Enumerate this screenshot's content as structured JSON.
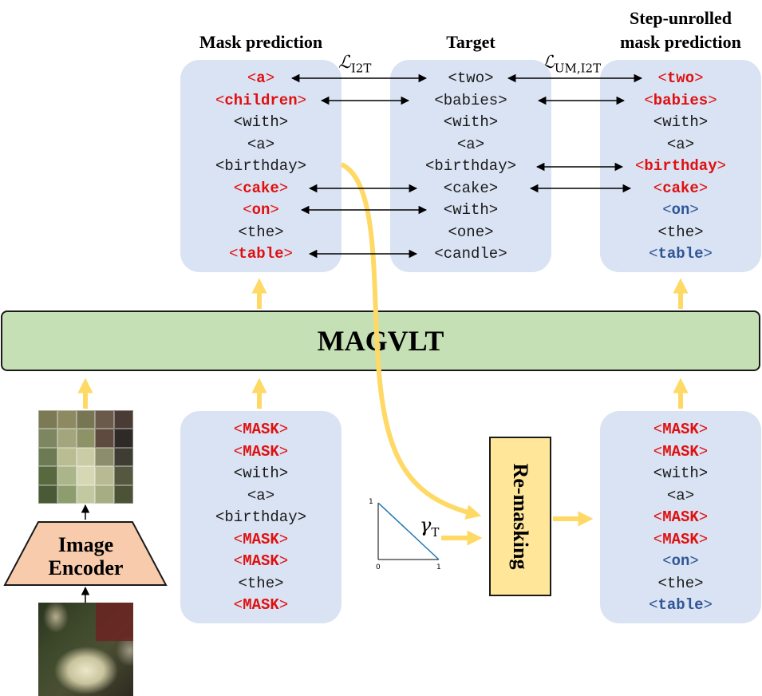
{
  "headers": {
    "mask_prediction": "Mask prediction",
    "target": "Target",
    "step_unrolled_line1": "Step-unrolled",
    "step_unrolled_line2": "mask prediction"
  },
  "losses": {
    "i2t": {
      "symbol": "ℒ",
      "sub": "I2T"
    },
    "um_i2t": {
      "symbol": "ℒ",
      "sub": "UM,I2T"
    }
  },
  "panels": {
    "mask_prediction": [
      {
        "text": "a",
        "style": "red"
      },
      {
        "text": "children",
        "style": "red"
      },
      {
        "text": "with",
        "style": "black"
      },
      {
        "text": "a",
        "style": "black"
      },
      {
        "text": "birthday",
        "style": "black"
      },
      {
        "text": "cake",
        "style": "red"
      },
      {
        "text": "on",
        "style": "red"
      },
      {
        "text": "the",
        "style": "black"
      },
      {
        "text": "table",
        "style": "red"
      }
    ],
    "target": [
      {
        "text": "two",
        "style": "black"
      },
      {
        "text": "babies",
        "style": "black"
      },
      {
        "text": "with",
        "style": "black"
      },
      {
        "text": "a",
        "style": "black"
      },
      {
        "text": "birthday",
        "style": "black"
      },
      {
        "text": "cake",
        "style": "black"
      },
      {
        "text": "with",
        "style": "black"
      },
      {
        "text": "one",
        "style": "black"
      },
      {
        "text": "candle",
        "style": "black"
      }
    ],
    "step_unrolled": [
      {
        "text": "two",
        "style": "red"
      },
      {
        "text": "babies",
        "style": "red"
      },
      {
        "text": "with",
        "style": "black"
      },
      {
        "text": "a",
        "style": "black"
      },
      {
        "text": "birthday",
        "style": "red"
      },
      {
        "text": "cake",
        "style": "red"
      },
      {
        "text": "on",
        "style": "blue"
      },
      {
        "text": "the",
        "style": "black"
      },
      {
        "text": "table",
        "style": "blue"
      }
    ],
    "masked_input": [
      {
        "text": "MASK",
        "style": "red"
      },
      {
        "text": "MASK",
        "style": "red"
      },
      {
        "text": "with",
        "style": "black"
      },
      {
        "text": "a",
        "style": "black"
      },
      {
        "text": "birthday",
        "style": "black"
      },
      {
        "text": "MASK",
        "style": "red"
      },
      {
        "text": "MASK",
        "style": "red"
      },
      {
        "text": "the",
        "style": "black"
      },
      {
        "text": "MASK",
        "style": "red"
      }
    ],
    "remasked_input": [
      {
        "text": "MASK",
        "style": "red"
      },
      {
        "text": "MASK",
        "style": "red"
      },
      {
        "text": "with",
        "style": "black"
      },
      {
        "text": "a",
        "style": "black"
      },
      {
        "text": "MASK",
        "style": "red"
      },
      {
        "text": "MASK",
        "style": "red"
      },
      {
        "text": "on",
        "style": "blue"
      },
      {
        "text": "the",
        "style": "black"
      },
      {
        "text": "table",
        "style": "blue"
      }
    ]
  },
  "model": {
    "label": "MAGVLT"
  },
  "remasking": {
    "label": "Re-masking"
  },
  "image_encoder": {
    "line1": "Image",
    "line2": "Encoder"
  },
  "schedule": {
    "symbol": "γ",
    "sub": "T",
    "tick_0": "0",
    "tick_1": "1",
    "y_tick_1": "1"
  },
  "colors": {
    "panel_bg": "#dae3f3",
    "mask_red": "#e01010",
    "kept_blue": "#2f5597",
    "model_green": "#c5e0b4",
    "remask_yellow": "#ffe699",
    "encoder_salmon": "#f8cbad",
    "flow_arrow_yellow": "#ffd966",
    "schedule_line": "#1f77b4"
  }
}
